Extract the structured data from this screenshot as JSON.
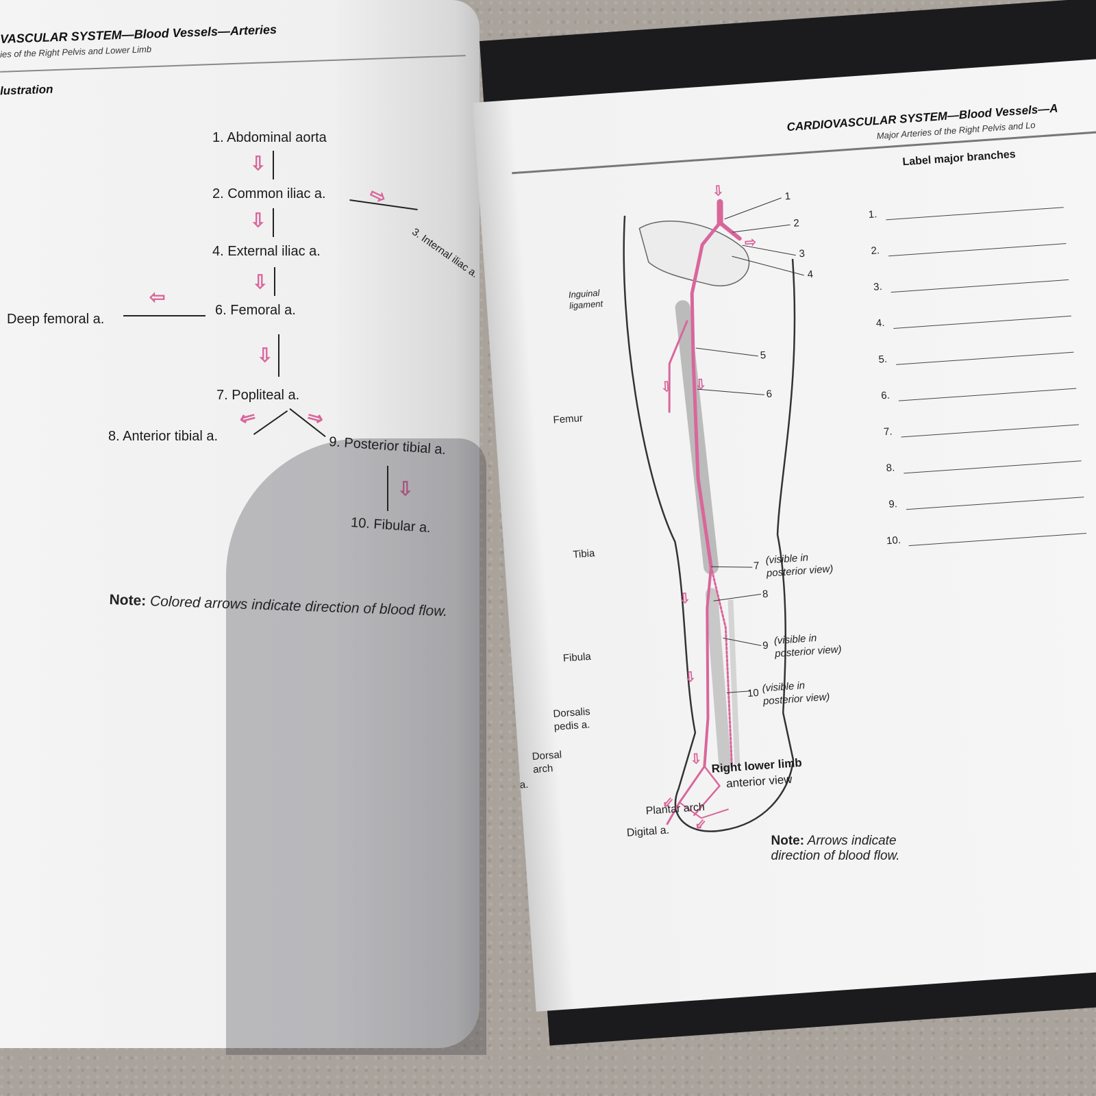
{
  "left_page": {
    "header_title": "VASCULAR SYSTEM—Blood Vessels—Arteries",
    "header_subtitle": "ies of the Right Pelvis and Lower Limb",
    "section": "lustration",
    "flow_items": [
      "1. Abdominal aorta",
      "2. Common iliac a.",
      "3. Internal iliac a.",
      "4. External iliac a.",
      "Deep femoral a.",
      "6. Femoral a.",
      "7. Popliteal a.",
      "8. Anterior tibial a.",
      "9. Posterior tibial a.",
      "10. Fibular a."
    ],
    "note_bold": "Note:",
    "note_text": " Colored arrows indicate direction of blood flow."
  },
  "right_page": {
    "header_title": "CARDIOVASCULAR SYSTEM—Blood Vessels—A",
    "header_subtitle": "Major Arteries of the Right Pelvis and Lo",
    "label_heading": "Label major branches",
    "numbers": [
      "1.",
      "2.",
      "3.",
      "4.",
      "5.",
      "6.",
      "7.",
      "8.",
      "9.",
      "10."
    ],
    "figure": {
      "callout_numbers": [
        "1",
        "2",
        "3",
        "4",
        "5",
        "6",
        "7",
        "8",
        "9",
        "10"
      ],
      "visible_posterior": "(visible in\nposterior view)",
      "labels": {
        "inguinal": "Inguinal\nligament",
        "femur": "Femur",
        "tibia": "Tibia",
        "fibula": "Fibula",
        "dorsalis": "Dorsalis\npedis a.",
        "dorsal_arch": "Dorsal\narch",
        "metatarsal": "Metatarsal a.",
        "plantar": "Plantar arch",
        "digital": "Digital a."
      },
      "caption_bold": "Right lower limb",
      "caption": "anterior view"
    },
    "note_bold": "Note:",
    "note_text": " Arrows indicate\ndirection of blood flow."
  },
  "colors": {
    "artery": "#d9669b",
    "ink": "#1a1a1a",
    "cover": "#1b1b1d"
  }
}
